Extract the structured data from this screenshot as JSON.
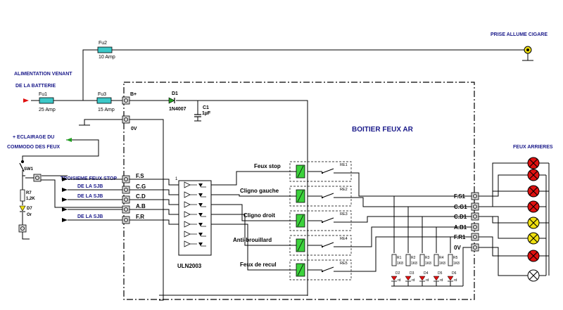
{
  "colors": {
    "navy": "#1a1a8a",
    "fuse": "#3cc8c8",
    "relay": "#3cd23c",
    "lamp_red": "#e01010",
    "lamp_yellow": "#f0e010",
    "diode_green": "#20a020",
    "wire": "#000000",
    "arrow_red": "#e01010",
    "arrow_green": "#20a020"
  },
  "labels": {
    "supply_line1": "ALIMENTATION VENANT",
    "supply_line2": "DE LA BATTERIE",
    "cigar_socket": "PRISE ALLUME CIGARE",
    "dash_light_line1": "+ ECLAIRAGE DU",
    "dash_light_line2": "COMMODO DES FEUX",
    "third_stop": "TROISIEME FEUX STOP",
    "box_title": "BOITIER FEUX AR",
    "rear_lights": "FEUX ARRIERES",
    "ic_name": "ULN2003"
  },
  "fuses": [
    {
      "name": "Fu1",
      "rating": "25 Amp"
    },
    {
      "name": "Fu2",
      "rating": "10 Amp"
    },
    {
      "name": "Fu3",
      "rating": "15 Amp"
    }
  ],
  "components": {
    "d1_name": "D1",
    "d1_value": "1N4007",
    "c1_name": "C1",
    "c1_value": "1µF",
    "sw_name": "SW1",
    "r7_name": "R7",
    "r7_value": "1,2K",
    "d7_name": "D7",
    "d7_value": "Or",
    "bplus": "B+",
    "zero_v": "0V",
    "pin_one": "1"
  },
  "inputs": [
    {
      "label": "F.S",
      "source": ""
    },
    {
      "label": "C.G",
      "source": "DE LA SJB"
    },
    {
      "label": "C.D",
      "source": "DE LA SJB"
    },
    {
      "label": "A.B",
      "source": ""
    },
    {
      "label": "F.R",
      "source": "DE LA SJB"
    }
  ],
  "relays": [
    {
      "name": "RE1",
      "function": "Feux stop"
    },
    {
      "name": "RE2",
      "function": "Cligno gauche"
    },
    {
      "name": "RE3",
      "function": "Cligno droit"
    },
    {
      "name": "RE4",
      "function": "Anti-brouillard"
    },
    {
      "name": "RE5",
      "function": "Feux de recul"
    }
  ],
  "indicator_resistors": [
    {
      "name": "R1",
      "value": "1K8",
      "diode": "D2"
    },
    {
      "name": "R2",
      "value": "1K8",
      "diode": "D3"
    },
    {
      "name": "R3",
      "value": "1K8",
      "diode": "D4"
    },
    {
      "name": "R4",
      "value": "1K8",
      "diode": "D5"
    },
    {
      "name": "R5",
      "value": "1K8",
      "diode": "D6"
    }
  ],
  "led_color_label": "rd",
  "outputs": [
    "F.S1",
    "C.G1",
    "C.D1",
    "A.B1",
    "F.R1",
    "0V"
  ],
  "lamps": [
    {
      "color": "red"
    },
    {
      "color": "red"
    },
    {
      "color": "red"
    },
    {
      "color": "red"
    },
    {
      "color": "yellow"
    },
    {
      "color": "yellow"
    },
    {
      "color": "red"
    },
    {
      "color": "white"
    }
  ]
}
